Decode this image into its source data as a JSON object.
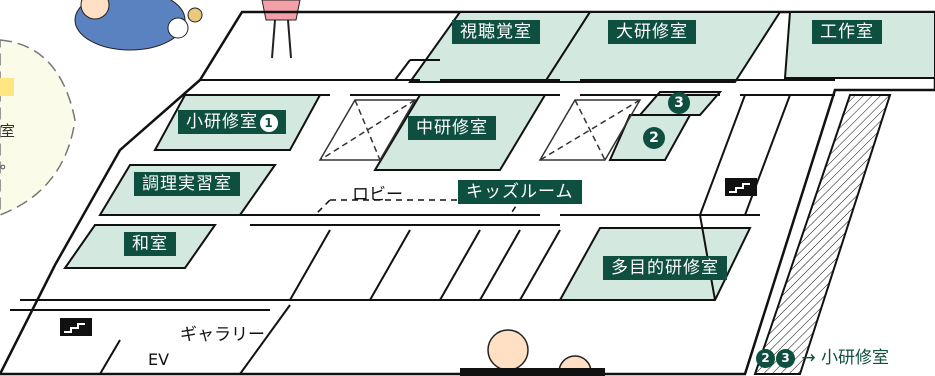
{
  "colors": {
    "room_fill": "#d3e9df",
    "label_bg": "#0f4f3f",
    "line": "#111111",
    "bubble_fill": "#fbfbea"
  },
  "rooms": {
    "shichoukaku": "視聴覚室",
    "dai_kenshu": "大研修室",
    "kousaku": "工作室",
    "sho_kenshu": "小研修室",
    "sho_kenshu_num": "1",
    "chu_kenshu": "中研修室",
    "chouri": "調理実習室",
    "lobby": "ロビー",
    "kids": "キッズルーム",
    "washitsu": "和室",
    "tamokuteki": "多目的研修室",
    "gallery": "ギャラリー",
    "ev": "EV"
  },
  "room_numbers": {
    "two": "2",
    "three": "3"
  },
  "legend": {
    "num_a": "2",
    "num_b": "3",
    "arrow_text": "→ 小研修室"
  },
  "bubble": {
    "line1": "室",
    "line2": "。"
  }
}
